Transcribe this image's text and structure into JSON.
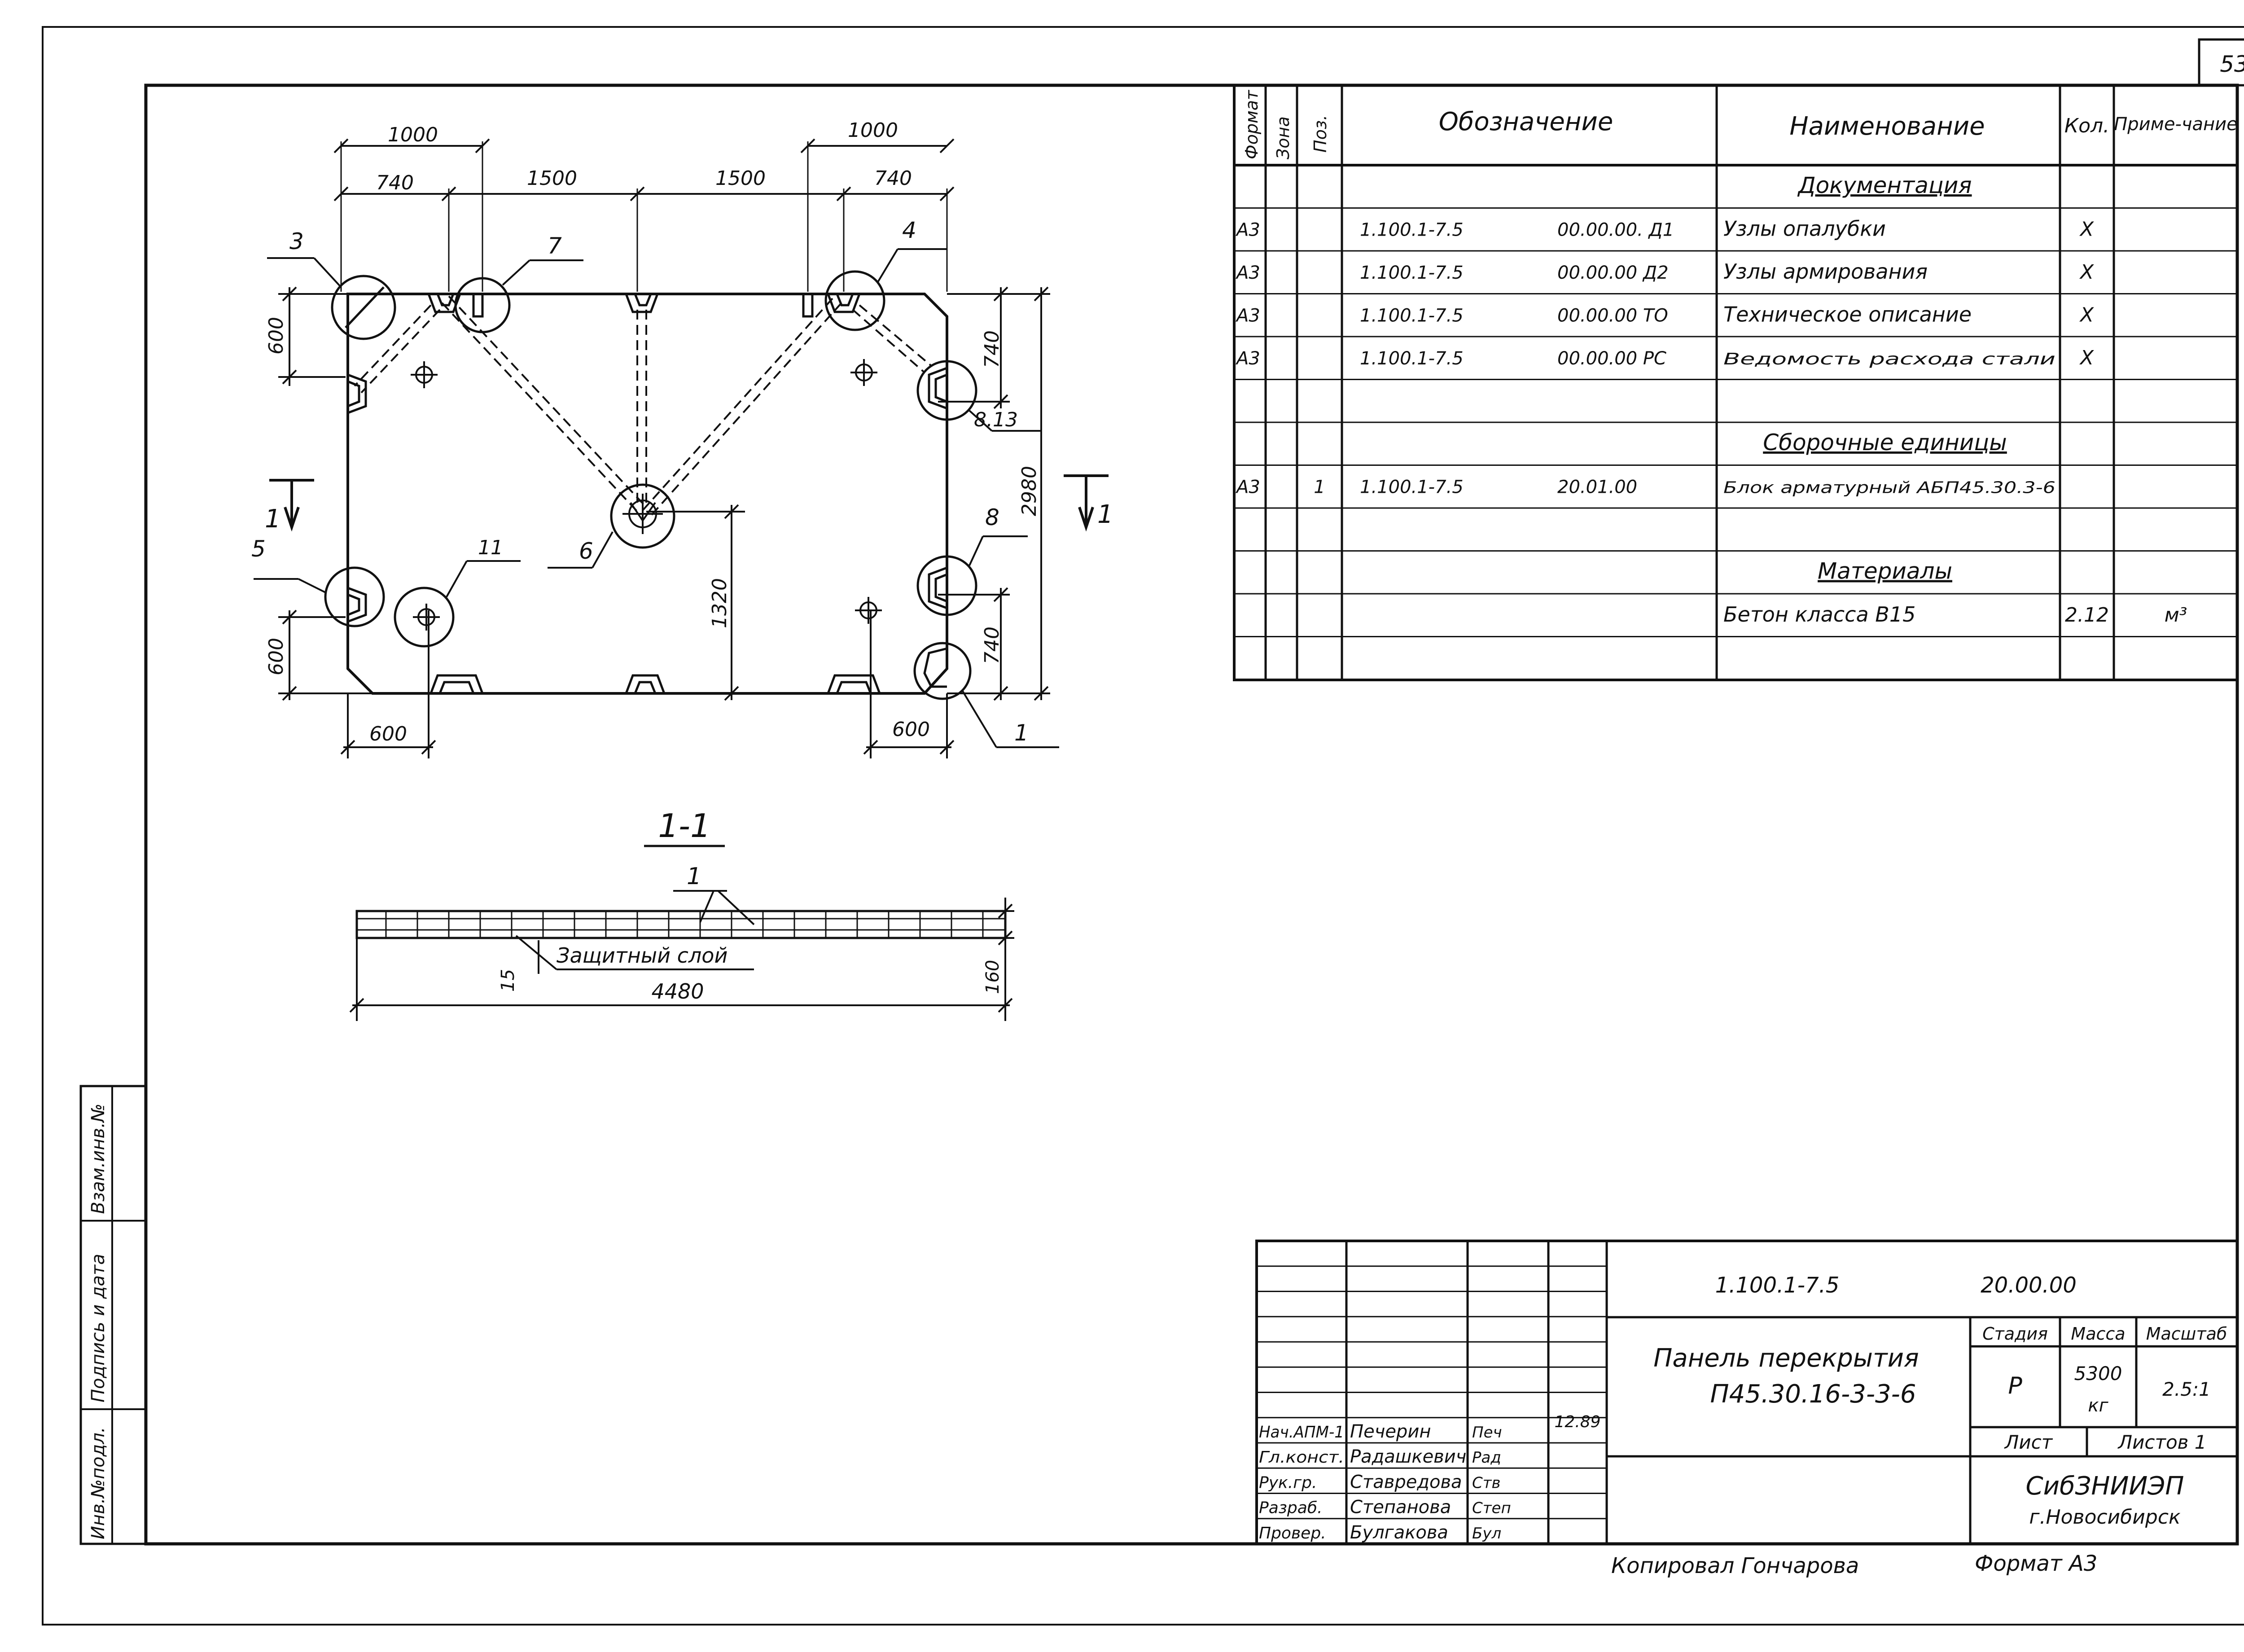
{
  "page_number": "53",
  "plan": {
    "dims": {
      "top_1000_left": "1000",
      "top_1000_right": "1000",
      "top_740_left": "740",
      "top_1500_left": "1500",
      "top_1500_right": "1500",
      "top_740_right": "740",
      "left_600_top": "600",
      "left_600_bottom": "600",
      "right_740_top": "740",
      "right_740_bottom": "740",
      "overall_2980": "2980",
      "center_1320": "1320",
      "bottom_600_left": "600",
      "bottom_600_right": "600"
    },
    "callouts": {
      "c1": "1",
      "c3": "3",
      "c4": "4",
      "c5": "5",
      "c6": "6",
      "c7": "7",
      "c8": "8",
      "c8_13": "8.13",
      "c11": "11"
    },
    "section_mark": "1"
  },
  "section": {
    "title": "1-1",
    "callout": "1",
    "dim_15": "15",
    "protective_layer": "Защитный слой",
    "dim_4480": "4480",
    "dim_160": "160"
  },
  "spec": {
    "headers": {
      "format": "Формат",
      "zone": "Зона",
      "pos": "Поз.",
      "designation": "Обозначение",
      "name": "Наименование",
      "qty": "Кол.",
      "note": "Приме-чание"
    },
    "rows": [
      {
        "format": "",
        "pos": "",
        "code": "",
        "suffix": "",
        "name": "Документация",
        "qty": "",
        "note": "",
        "heading": true
      },
      {
        "format": "А3",
        "pos": "",
        "code": "1.100.1-7.5",
        "suffix": "00.00.00. Д1",
        "name": "Узлы опалубки",
        "qty": "Х",
        "note": ""
      },
      {
        "format": "А3",
        "pos": "",
        "code": "1.100.1-7.5",
        "suffix": "00.00.00 Д2",
        "name": "Узлы армирования",
        "qty": "Х",
        "note": ""
      },
      {
        "format": "А3",
        "pos": "",
        "code": "1.100.1-7.5",
        "suffix": "00.00.00 ТО",
        "name": "Техническое описание",
        "qty": "Х",
        "note": ""
      },
      {
        "format": "А3",
        "pos": "",
        "code": "1.100.1-7.5",
        "suffix": "00.00.00 РС",
        "name": "Ведомость расхода стали",
        "qty": "Х",
        "note": ""
      },
      {
        "format": "",
        "pos": "",
        "code": "",
        "suffix": "",
        "name": "",
        "qty": "",
        "note": ""
      },
      {
        "format": "",
        "pos": "",
        "code": "",
        "suffix": "",
        "name": "Сборочные единицы",
        "qty": "",
        "note": "",
        "heading": true
      },
      {
        "format": "А3",
        "pos": "1",
        "code": "1.100.1-7.5",
        "suffix": "20.01.00",
        "name": "Блок арматурный АБП45.30.3-6",
        "qty": "",
        "note": ""
      },
      {
        "format": "",
        "pos": "",
        "code": "",
        "suffix": "",
        "name": "",
        "qty": "",
        "note": ""
      },
      {
        "format": "",
        "pos": "",
        "code": "",
        "suffix": "",
        "name": "Материалы",
        "qty": "",
        "note": "",
        "heading": true
      },
      {
        "format": "",
        "pos": "",
        "code": "",
        "suffix": "",
        "name": "Бетон класса В15",
        "qty": "2.12",
        "note": "м³"
      },
      {
        "format": "",
        "pos": "",
        "code": "",
        "suffix": "",
        "name": "",
        "qty": "",
        "note": ""
      }
    ]
  },
  "side_stamp": {
    "inv_no": "Инв.№подл.",
    "sign_date": "Подпись и дата",
    "replace_inv": "Взам.инв.№"
  },
  "title_block": {
    "code": "1.100.1-7.5",
    "code_suffix": "20.00.00",
    "title_line1": "Панель перекрытия",
    "title_line2": "П45.30.16-3-3-6",
    "stage_label": "Стадия",
    "mass_label": "Масса",
    "scale_label": "Масштаб",
    "stage": "Р",
    "mass_value": "5300",
    "mass_unit": "кг",
    "scale": "2.5:1",
    "sheet_label": "Лист",
    "sheets_label": "Листов 1",
    "org_name": "СибЗНИИЭП",
    "org_city": "г.Новосибирск",
    "date": "12.89",
    "people": [
      {
        "role": "Нач.АПМ-1",
        "name": "Печерин",
        "sign": "Печ"
      },
      {
        "role": "Гл.конст.",
        "name": "Радашкевич",
        "sign": "Рад"
      },
      {
        "role": "Рук.гр.",
        "name": "Ставредова",
        "sign": "Ств"
      },
      {
        "role": "Разраб.",
        "name": "Степанова",
        "sign": "Степ"
      },
      {
        "role": "Провер.",
        "name": "Булгакова",
        "sign": "Бул"
      }
    ]
  },
  "footer": {
    "copied": "Копировал Гончарова",
    "format": "Формат А3"
  }
}
